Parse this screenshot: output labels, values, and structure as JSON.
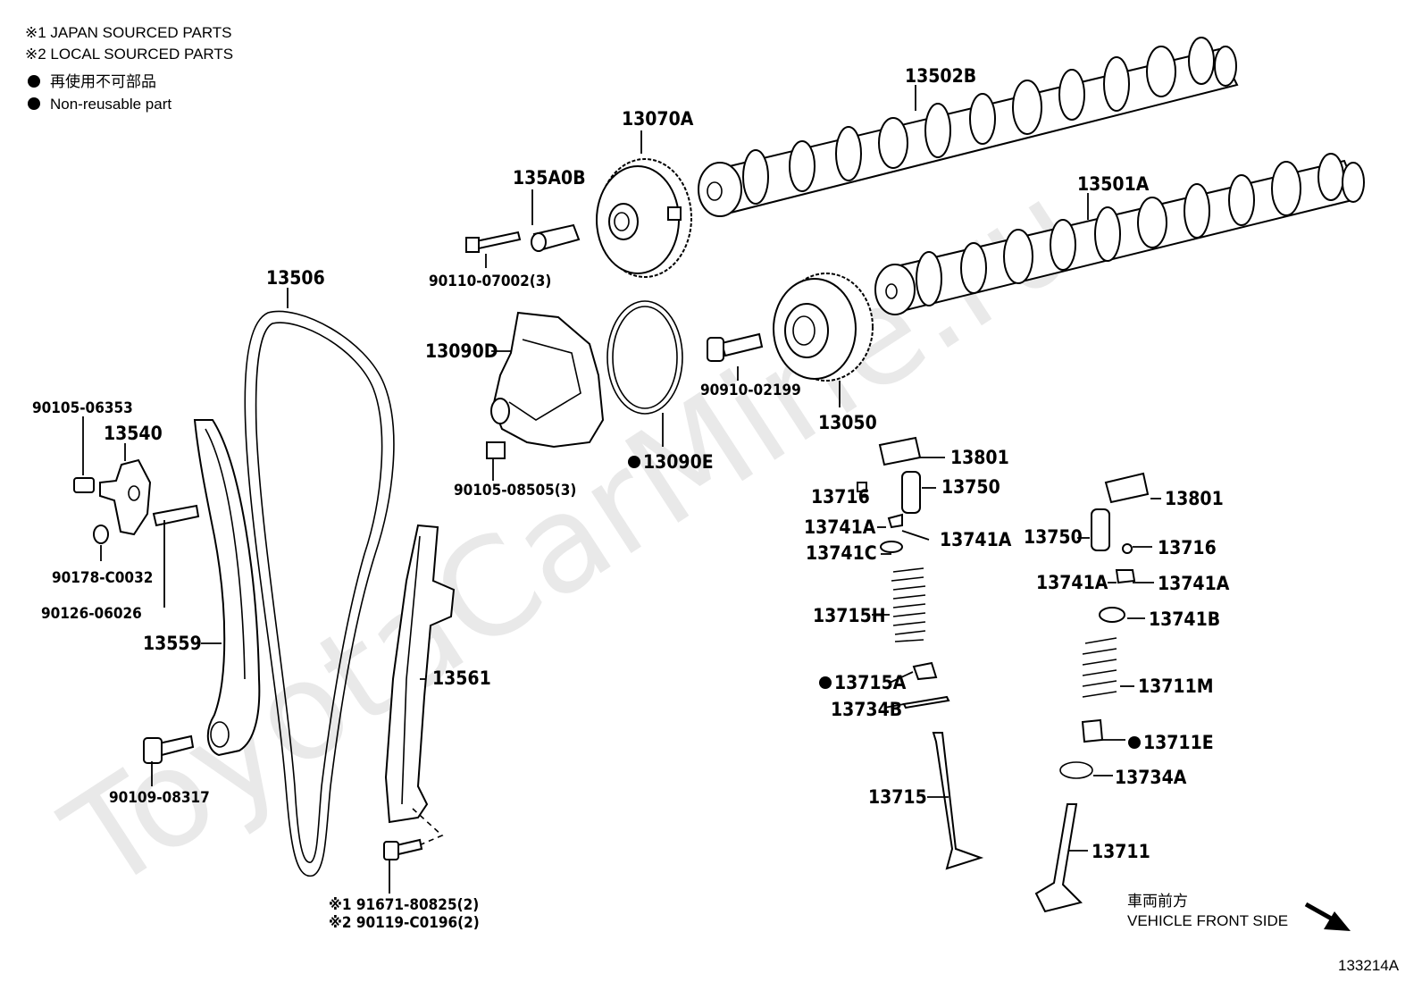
{
  "watermark": "ToyotaCarMine.ru",
  "legend": {
    "note1": "※1 JAPAN SOURCED PARTS",
    "note2": "※2 LOCAL SOURCED PARTS",
    "nonreusable_jp": "再使用不可部品",
    "nonreusable_en": "Non-reusable part"
  },
  "parts": {
    "p13502B": "13502B",
    "p13501A": "13501A",
    "p13070A": "13070A",
    "p135A0B": "135A0B",
    "p90110": "90110-07002(3)",
    "p13506": "13506",
    "p13090D": "13090D",
    "p90910": "90910-02199",
    "p13050": "13050",
    "p90105_06353": "90105-06353",
    "p13540": "13540",
    "p90105_08505": "90105-08505(3)",
    "p13090E": "13090E",
    "p13801_a": "13801",
    "p13716_a": "13716",
    "p13750_a": "13750",
    "p13741A_a1": "13741A",
    "p13741A_a2": "13741A",
    "p13741C": "13741C",
    "p13801_b": "13801",
    "p13750_b": "13750",
    "p13716_b": "13716",
    "p13741A_b1": "13741A",
    "p13741A_b2": "13741A",
    "p13741B": "13741B",
    "p90178": "90178-C0032",
    "p90126": "90126-06026",
    "p13559": "13559",
    "p13561": "13561",
    "p13715H": "13715H",
    "p13715A": "13715A",
    "p13734B": "13734B",
    "p13711M": "13711M",
    "p13711E": "13711E",
    "p13734A": "13734A",
    "p13715": "13715",
    "p13711": "13711",
    "p90109": "90109-08317",
    "p91671": "※1 91671-80825(2)",
    "p90119": "※2 90119-C0196(2)"
  },
  "front": {
    "jp": "車両前方",
    "en": "VEHICLE FRONT SIDE"
  },
  "figure_id": "133214A"
}
